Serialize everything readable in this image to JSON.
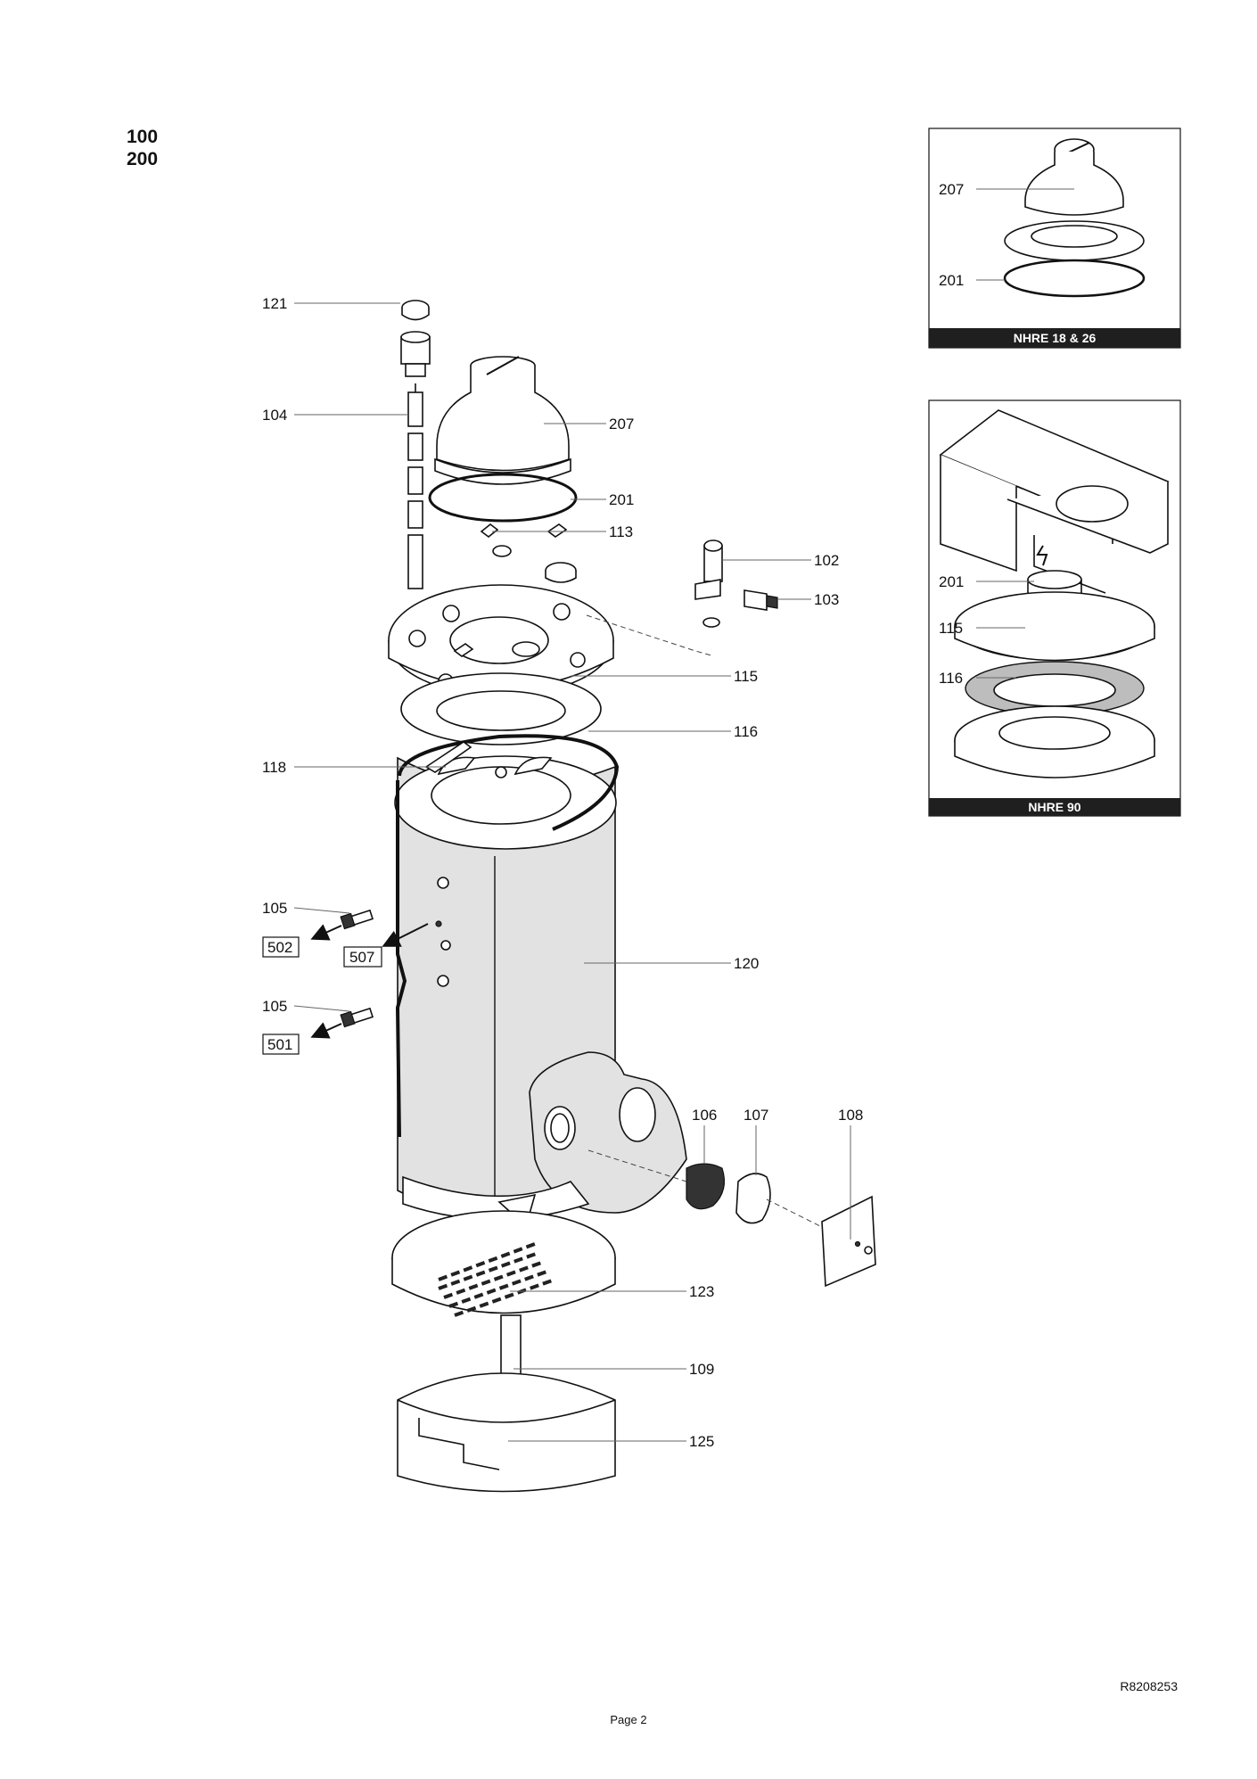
{
  "section_numbers": [
    "100",
    "200"
  ],
  "main_labels": {
    "l121": "121",
    "l104": "104",
    "l207": "207",
    "l201": "201",
    "l113": "113",
    "l102": "102",
    "l103": "103",
    "l115": "115",
    "l116": "116",
    "l118": "118",
    "l105a": "105",
    "l502": "502",
    "l507": "507",
    "l120": "120",
    "l105b": "105",
    "l501": "501",
    "l106": "106",
    "l107": "107",
    "l108": "108",
    "l123": "123",
    "l109": "109",
    "l125": "125"
  },
  "inset_top": {
    "title": "NHRE 18 & 26",
    "l207": "207",
    "l201": "201"
  },
  "inset_bottom": {
    "title": "NHRE 90",
    "l201": "201",
    "l115": "115",
    "l116": "116"
  },
  "reference": "R8208253",
  "page_label": "Page 2"
}
